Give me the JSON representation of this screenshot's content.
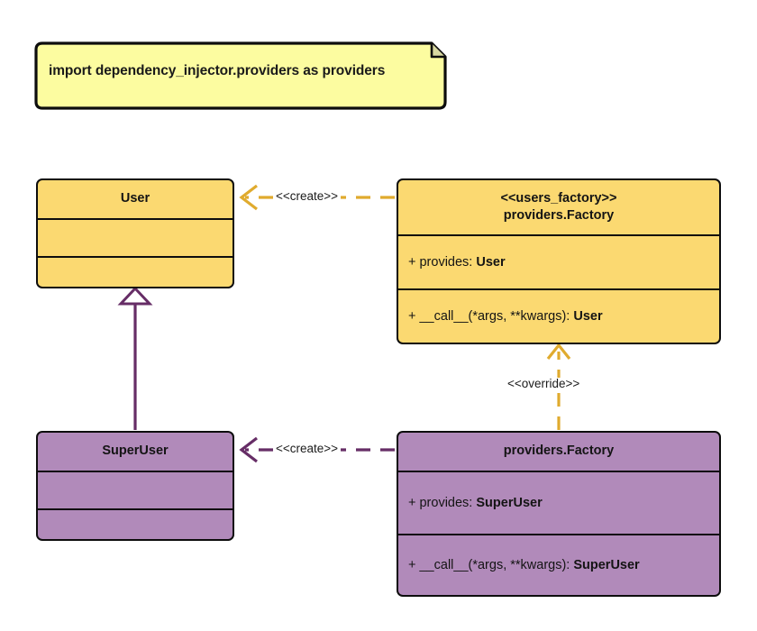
{
  "diagram": {
    "type": "uml-class-diagram",
    "background": "#ffffff",
    "colors": {
      "yellow_fill": "#FBD971",
      "purple_fill": "#B18ABA",
      "note_fill": "#FCFCA0",
      "stroke": "#0d0d0d",
      "orange_edge": "#E0AB2E",
      "purple_edge": "#662D66",
      "text": "#141414"
    }
  },
  "note": {
    "text": "import dependency_injector.providers as providers"
  },
  "classes": {
    "user": {
      "title": "User",
      "attributes": [],
      "methods": []
    },
    "users_factory": {
      "stereotype": "<<users_factory>>",
      "title": "providers.Factory",
      "attributes": [
        {
          "prefix": "+ provides: ",
          "type": "User"
        }
      ],
      "methods": [
        {
          "prefix": "+ __call__(*args, **kwargs): ",
          "type": "User"
        }
      ]
    },
    "super_user": {
      "title": "SuperUser",
      "attributes": [],
      "methods": []
    },
    "override_factory": {
      "stereotype": "",
      "title": "providers.Factory",
      "attributes": [
        {
          "prefix": "+ provides: ",
          "type": "SuperUser"
        }
      ],
      "methods": [
        {
          "prefix": "+ __call__(*args, **kwargs): ",
          "type": "SuperUser"
        }
      ]
    }
  },
  "edges": {
    "create_user": {
      "label": "<<create>>",
      "style": "dashed",
      "arrow": "open",
      "color": "#E0AB2E",
      "from": "users_factory",
      "to": "user"
    },
    "create_super_user": {
      "label": "<<create>>",
      "style": "dashed",
      "arrow": "open",
      "color": "#662D66",
      "from": "override_factory",
      "to": "super_user"
    },
    "override": {
      "label": "<<override>>",
      "style": "dashed",
      "arrow": "open",
      "color": "#E0AB2E",
      "from": "override_factory",
      "to": "users_factory"
    },
    "inheritance": {
      "label": "",
      "style": "solid",
      "arrow": "hollow-triangle",
      "color": "#662D66",
      "from": "super_user",
      "to": "user"
    }
  }
}
